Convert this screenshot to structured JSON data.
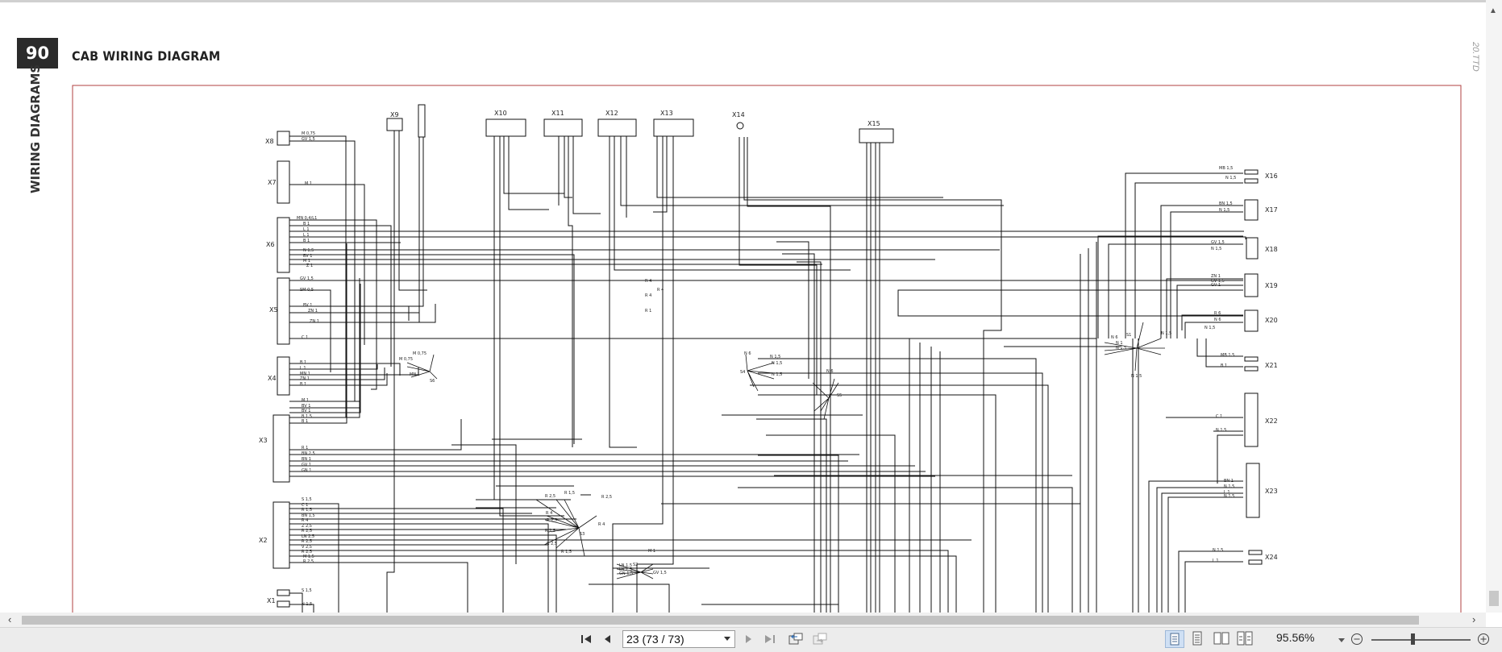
{
  "document": {
    "page_number": "90",
    "title": "CAB WIRING DIAGRAM",
    "section": "WIRING DIAGRAMS",
    "corner_code": "20.TTD"
  },
  "diagram": {
    "left_connectors": [
      "X8",
      "X7",
      "X6",
      "X5",
      "X4",
      "X3",
      "X2",
      "X1"
    ],
    "top_connectors": [
      "X9",
      "X10",
      "X11",
      "X12",
      "X13",
      "X14",
      "X15"
    ],
    "right_connectors": [
      "X16",
      "X17",
      "X18",
      "X19",
      "X20",
      "X21",
      "X22",
      "X23",
      "X24"
    ],
    "splice_nodes": [
      "S6",
      "S3",
      "S4",
      "S5",
      "S2",
      "S1"
    ],
    "wire_labels": {
      "x8": [
        "M 0,75",
        "GV 1,5"
      ],
      "x7": [
        "M 1"
      ],
      "x6": [
        "MN 0,4/L1",
        "B 1",
        "L 1",
        "L 1",
        "B 1",
        "N 1,5",
        "BV 1",
        "M 1",
        "Z 1"
      ],
      "x5": [
        "GV 1,5",
        "SM 0,5",
        "BV 1",
        "ZN 1",
        "ZN 1",
        "C 1"
      ],
      "x4": [
        "B 1",
        "L 1",
        "MN 1",
        "ZN 1",
        "B 1"
      ],
      "x3": [
        "M 1",
        "BV 1",
        "BV 1",
        "B 1,5",
        "B 1",
        "R 1",
        "BN 2,5",
        "BN 1",
        "GV 1",
        "GN 1"
      ],
      "x2": [
        "S 1,5",
        "C 1",
        "R 1,5",
        "BN 1,5",
        "R 4",
        "Z 2,5",
        "R 2,5",
        "LN 2,5",
        "R 2,5",
        "V 2,5",
        "R 2,5",
        "M 1,5",
        "R 2,5"
      ],
      "x1": [
        "S 1,5",
        "N 1,5"
      ],
      "s3": [
        "R 2,5",
        "R 1,5",
        "R 4",
        "R 2,5",
        "R 2,5",
        "R 2,5",
        "R 1,5",
        "R 4",
        "R 2,5"
      ],
      "s4": [
        "N 1,5",
        "N 1,5",
        "N 1,5"
      ],
      "s6": [
        "M 0,75",
        "M 0,75",
        "MN 1"
      ],
      "s2": [
        "M 1",
        "LN 1,5",
        "LN 1,5",
        "GN 1,5",
        "GV 1,5"
      ],
      "mid": [
        "R 4",
        "R 4",
        "R 1",
        "R 4",
        "N 6",
        "N 6"
      ],
      "right": [
        "MB 1,5",
        "N 1,5",
        "BN 1,5",
        "N 1,5",
        "GV 1,5",
        "N 1,5",
        "ZN 1",
        "GV 1,5",
        "GV 1",
        "R 6",
        "N 6",
        "N 1,5",
        "MB 1,5",
        "B 1",
        "C 1",
        "N 1,5",
        "BN 1",
        "N 1,5",
        "L 1",
        "N 1,5",
        "N 1,5",
        "L 1",
        "N 1,5",
        "N 6",
        "N 1",
        "N 1,5",
        "N 1,5"
      ]
    }
  },
  "scrollbar": {
    "thumb_fraction": 0.995
  },
  "toolbar": {
    "page_field": "23 (73 / 73)",
    "zoom": "95.56%",
    "zoom_level": 0.4,
    "icons": [
      "first-page-icon",
      "previous-page-icon",
      "next-page-icon",
      "last-page-icon",
      "previous-view-icon",
      "next-view-icon",
      "single-page-view-icon",
      "continuous-view-icon",
      "facing-view-icon",
      "continuous-facing-view-icon",
      "zoom-out-icon",
      "zoom-in-icon"
    ]
  },
  "colors": {
    "frame_border": "#b04040",
    "wire": "#111111",
    "page_badge": "#2b2b2b",
    "active_view": "#cfe0f4"
  }
}
